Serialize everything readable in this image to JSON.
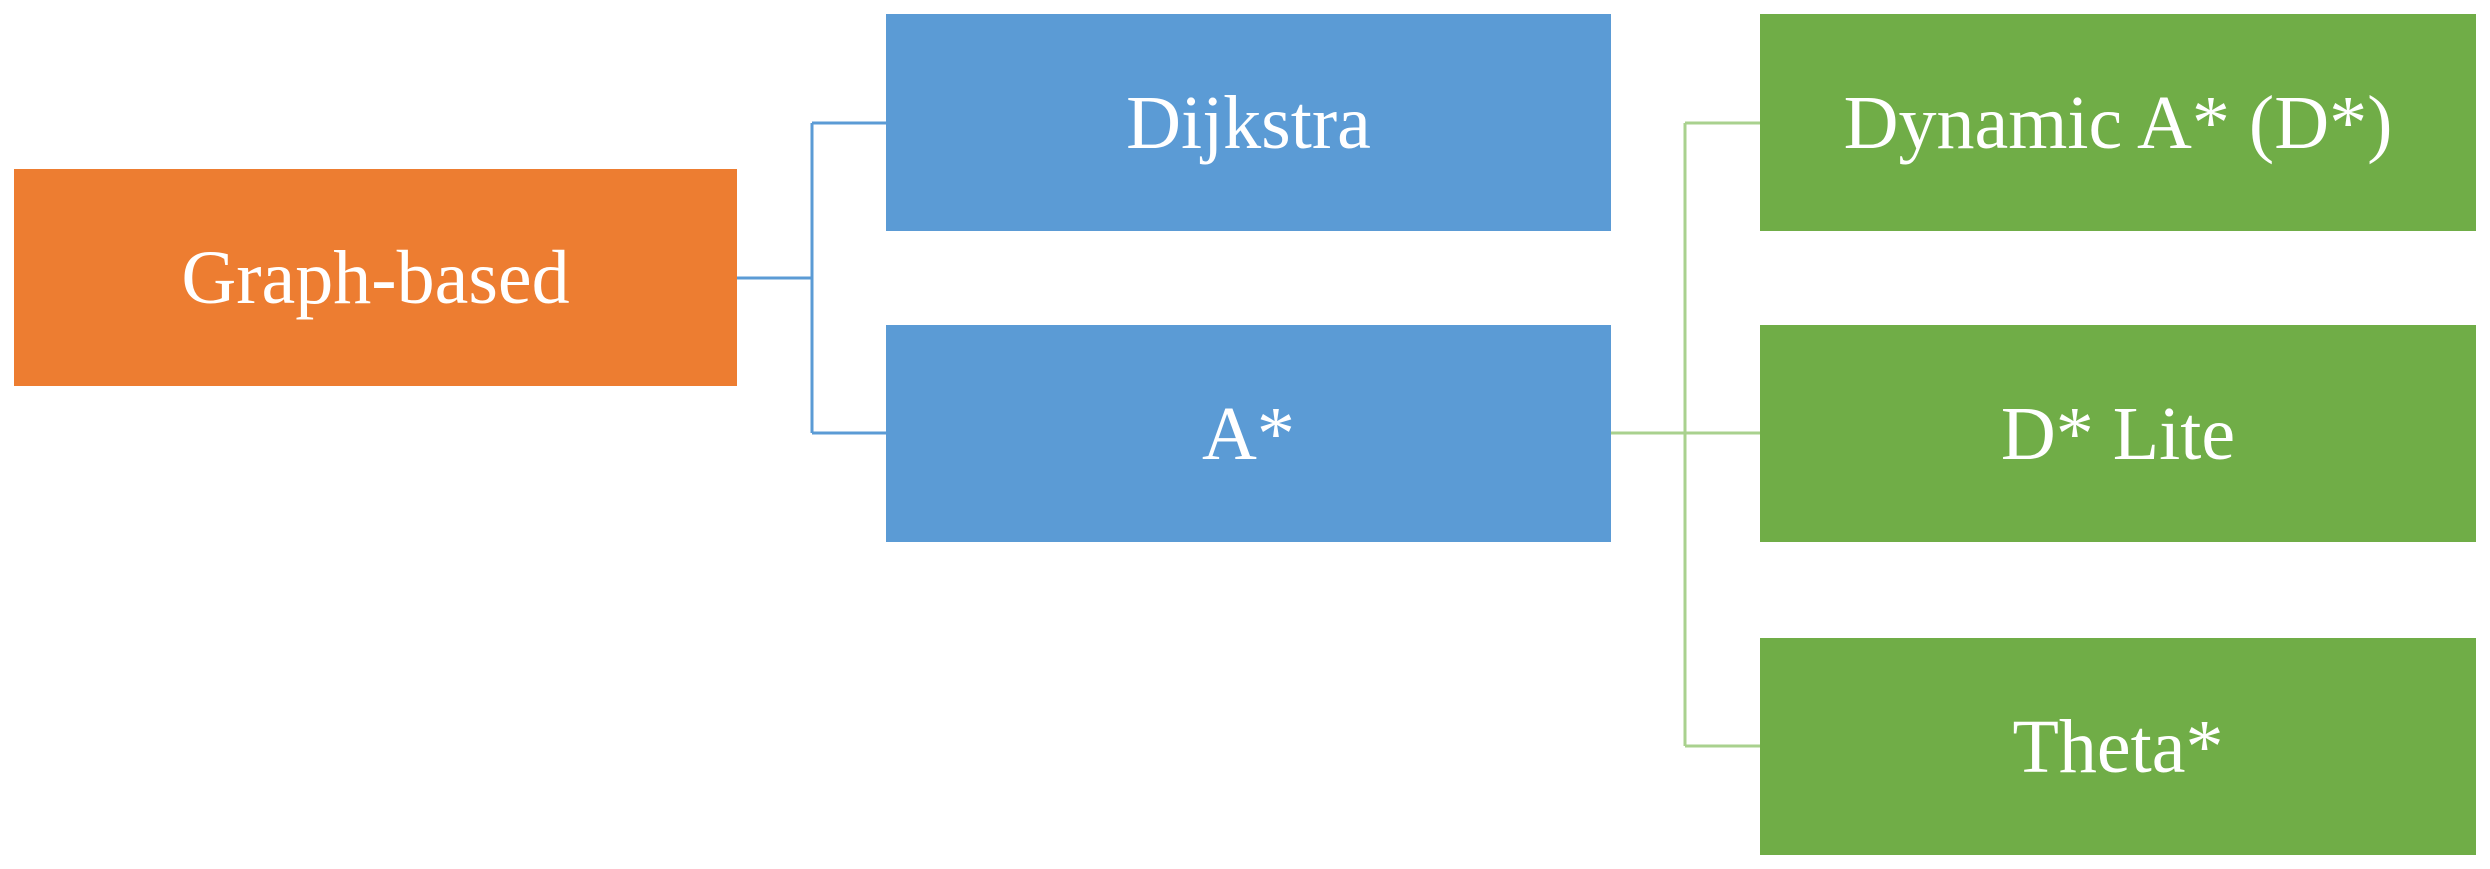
{
  "root": {
    "label": "Graph-based",
    "color": "#ED7D31"
  },
  "level1": [
    {
      "label": "Dijkstra",
      "color": "#5B9BD5"
    },
    {
      "label": "A*",
      "color": "#5B9BD5"
    }
  ],
  "level2": [
    {
      "label": "Dynamic A* (D*)",
      "color": "#70AD47"
    },
    {
      "label": "D* Lite",
      "color": "#70AD47"
    },
    {
      "label": "Theta*",
      "color": "#70AD47"
    }
  ],
  "connector_colors": {
    "blue": "#5B9BD5",
    "green": "#A9D18E"
  }
}
